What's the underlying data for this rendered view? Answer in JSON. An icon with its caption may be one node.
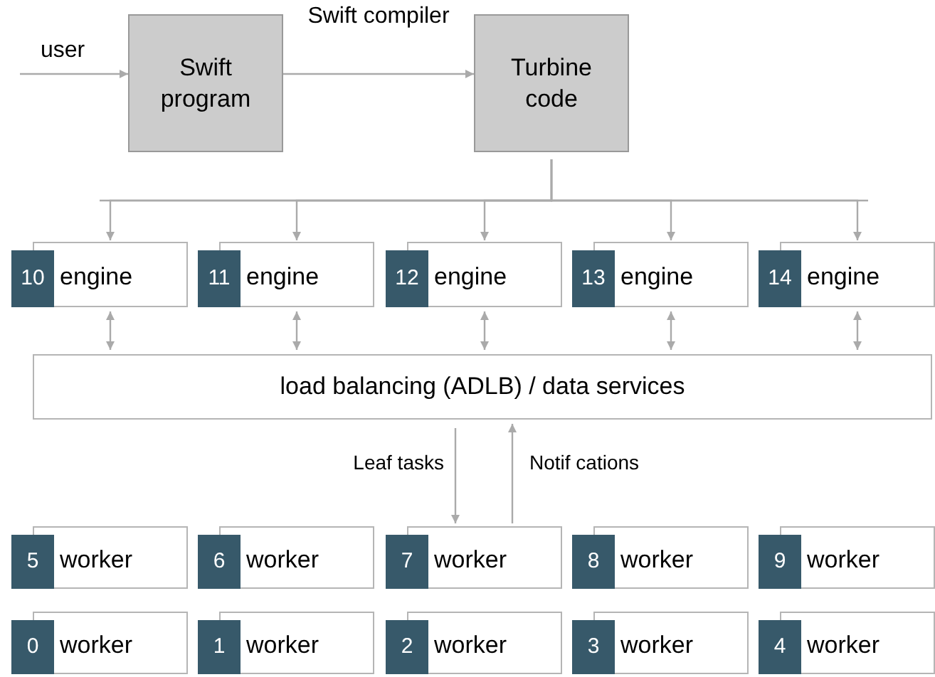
{
  "diagram": {
    "nodes": [
      {
        "text": [
          "Swift program"
        ]
      },
      {
        "text": [
          "Turbine code"
        ]
      },
      {
        "text": [
          "10",
          "engine"
        ]
      },
      {
        "text": [
          "11",
          "engine"
        ]
      },
      {
        "text": [
          "12",
          "engine"
        ]
      },
      {
        "text": [
          "13",
          "engine"
        ]
      },
      {
        "text": [
          "14",
          "engine"
        ]
      },
      {
        "text": [
          "load balancing (ADLB) / data services"
        ]
      },
      {
        "text": [
          "5",
          "worker"
        ]
      },
      {
        "text": [
          "6",
          "worker"
        ]
      },
      {
        "text": [
          "7",
          "worker"
        ]
      },
      {
        "text": [
          "8",
          "worker"
        ]
      },
      {
        "text": [
          "9",
          "worker"
        ]
      },
      {
        "text": [
          "0",
          "worker"
        ]
      },
      {
        "text": [
          "1",
          "worker"
        ]
      },
      {
        "text": [
          "2",
          "worker"
        ]
      },
      {
        "text": [
          "3",
          "worker"
        ]
      },
      {
        "text": [
          "4",
          "worker"
        ]
      }
    ],
    "edges": [
      {
        "from": null,
        "to": 0,
        "arrow": "to",
        "label": "user"
      },
      {
        "from": 0,
        "to": 1,
        "arrow": "to",
        "label": "Swift compiler"
      },
      {
        "from": 1,
        "to": 2,
        "arrow": "to"
      },
      {
        "from": 1,
        "to": 3,
        "arrow": "to"
      },
      {
        "from": 1,
        "to": 4,
        "arrow": "to"
      },
      {
        "from": 1,
        "to": 5,
        "arrow": "to"
      },
      {
        "from": 1,
        "to": 6,
        "arrow": "to"
      },
      {
        "from": 2,
        "to": 7,
        "arrow": "both"
      },
      {
        "from": 3,
        "to": 7,
        "arrow": "both"
      },
      {
        "from": 4,
        "to": 7,
        "arrow": "both"
      },
      {
        "from": 5,
        "to": 7,
        "arrow": "both"
      },
      {
        "from": 6,
        "to": 7,
        "arrow": "both"
      },
      {
        "from": 7,
        "to": 10,
        "arrow": "to",
        "label": "Leaf tasks"
      },
      {
        "from": 10,
        "to": 7,
        "arrow": "to",
        "label": "Notif cations"
      }
    ]
  }
}
